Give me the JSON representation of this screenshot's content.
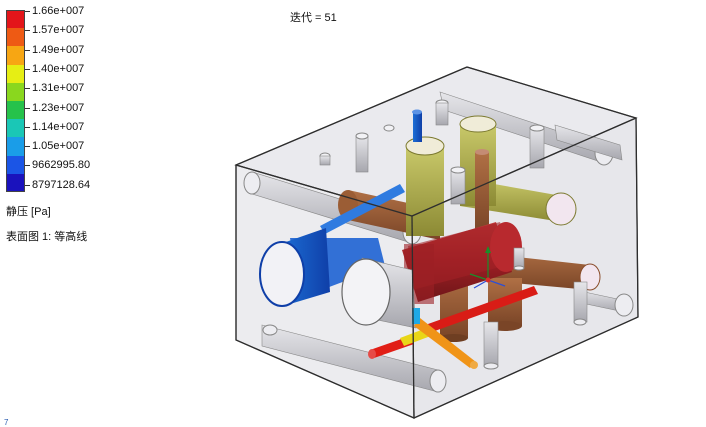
{
  "iteration_label": "迭代 = 51",
  "legend": {
    "unit": "静压 [Pa]",
    "values": [
      "1.66e+007",
      "1.57e+007",
      "1.49e+007",
      "1.40e+007",
      "1.31e+007",
      "1.23e+007",
      "1.14e+007",
      "1.05e+007",
      "9662995.80",
      "8797128.64"
    ],
    "colors": [
      "#e3151a",
      "#ee5a14",
      "#f7a613",
      "#e6ee14",
      "#8ad71e",
      "#26c24b",
      "#1ac7b6",
      "#1a9de8",
      "#1b55e6",
      "#1a12bd"
    ]
  },
  "plot_name": "表面图 1: 等高线",
  "corner_mark": "7",
  "colors": {
    "box_edge": "#3a3a3a",
    "box_fill": "#c9c9d4"
  }
}
